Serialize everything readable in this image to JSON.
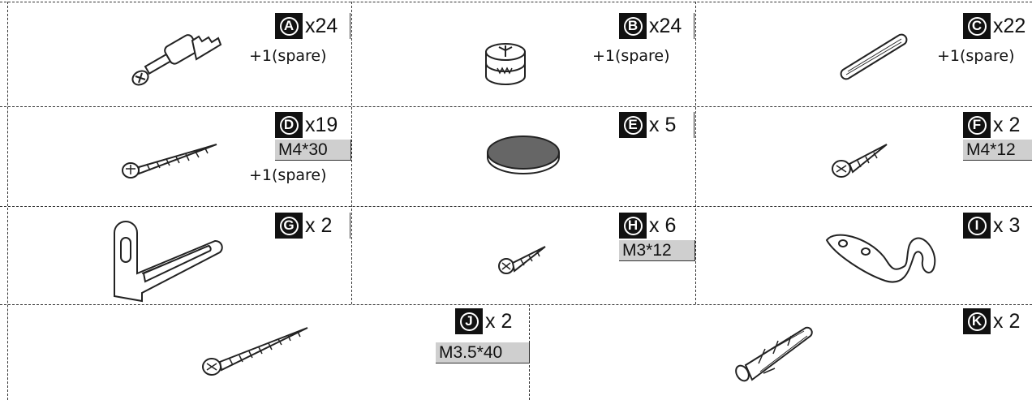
{
  "parts": [
    {
      "id": "A",
      "name": "cam-bolt",
      "letter": "Ⓐ",
      "count": "x24",
      "spare": "+1(spare)"
    },
    {
      "id": "B",
      "name": "cam-lock",
      "letter": "Ⓑ",
      "count": "x24",
      "spare": "+1(spare)"
    },
    {
      "id": "C",
      "name": "wooden-dowel",
      "letter": "Ⓒ",
      "count": "x22",
      "spare": "+1(spare)"
    },
    {
      "id": "D",
      "name": "screw",
      "letter": "Ⓓ",
      "count": "x19",
      "spec": "M4*30",
      "spare": "+1(spare)"
    },
    {
      "id": "E",
      "name": "felt-pad",
      "letter": "Ⓔ",
      "count": "x 5"
    },
    {
      "id": "F",
      "name": "screw",
      "letter": "Ⓕ",
      "count": "x 2",
      "spec": "M4*12"
    },
    {
      "id": "G",
      "name": "l-bracket",
      "letter": "Ⓖ",
      "count": "x 2"
    },
    {
      "id": "H",
      "name": "screw",
      "letter": "Ⓗ",
      "count": "x 6",
      "spec": "M3*12"
    },
    {
      "id": "I",
      "name": "coat-hook",
      "letter": "Ⓘ",
      "count": "x 3"
    },
    {
      "id": "J",
      "name": "screw",
      "letter": "Ⓙ",
      "count": "x 2",
      "spec": "M3.5*40"
    },
    {
      "id": "K",
      "name": "wall-anchor",
      "letter": "Ⓚ",
      "count": "x 2"
    }
  ]
}
